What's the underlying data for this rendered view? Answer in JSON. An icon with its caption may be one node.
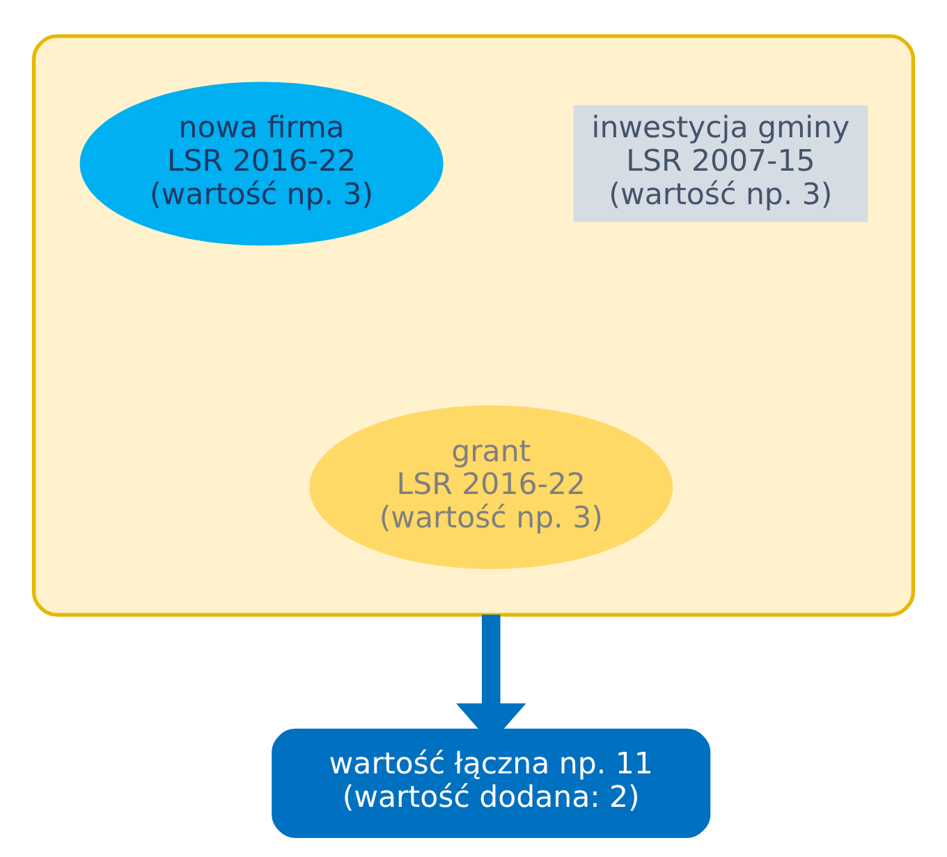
{
  "diagram": {
    "nodes": [
      {
        "text": [],
        "shape": "funnel"
      },
      {
        "text": [
          "nowa firma",
          "LSR 2016-22",
          "(wartość np. 3)"
        ],
        "in": 0
      },
      {
        "text": [
          "inwestycja gminy",
          "LSR 2007-15",
          "(wartość np. 3)"
        ],
        "in": 0
      },
      {
        "text": [
          "grant",
          "LSR 2016-22",
          "(wartość np. 3)"
        ],
        "in": 0
      },
      {
        "text": [
          "wartość łączna np. 11",
          "(wartość dodana: 2)"
        ]
      }
    ],
    "edges": [
      {
        "from": 0,
        "to": 4,
        "arrow": "to"
      }
    ]
  }
}
